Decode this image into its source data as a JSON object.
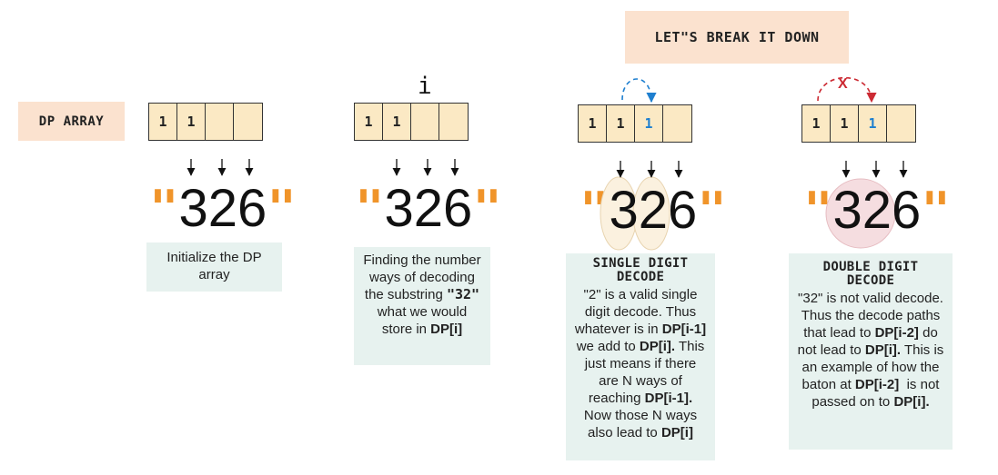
{
  "title": "LET\"S BREAK IT DOWN",
  "dp_label": "DP ARRAY",
  "index_label": "i",
  "cross_mark": "X",
  "colors": {
    "label_bg": "#fbe2cf",
    "array_bg": "#fbe9c4",
    "note_bg": "#e7f2ef",
    "quote": "#f0942a",
    "highlight_text": "#1e7fcf",
    "single_arrow": "#1e7fcf",
    "double_arrow": "#cc2a33"
  },
  "string": {
    "quote": "\"",
    "digits": [
      "3",
      "2",
      "6"
    ]
  },
  "panels": [
    {
      "cells": [
        "1",
        "1",
        "",
        ""
      ],
      "note_html": "Initialize the DP array"
    },
    {
      "cells": [
        "1",
        "1",
        "",
        ""
      ],
      "note_html": "Finding the number ways of decoding the substring <span class=\"mono\">\"32\"</span> what we would store in <b>DP[i]</b>"
    },
    {
      "cells": [
        "1",
        "1",
        "1",
        ""
      ],
      "heading": "SINGLE DIGIT DECODE",
      "note_html": "\"2\" is a valid single digit decode. Thus whatever is in <b>DP[i-1]</b> we add to <b>DP[i].</b> This just means if there are N ways of reaching <b>DP[i-1].</b> Now those N ways also lead to <b>DP[i]</b>"
    },
    {
      "cells": [
        "1",
        "1",
        "1",
        ""
      ],
      "heading": "DOUBLE DIGIT DECODE",
      "note_html": "\"32\" is not valid decode. Thus the decode paths that lead to <b>DP[i-2]</b> do not lead to <b>DP[i].</b> This is an example of how the baton at <b>DP[i-2]</b> &nbsp;is not passed on to <b>DP[i].</b>"
    }
  ]
}
